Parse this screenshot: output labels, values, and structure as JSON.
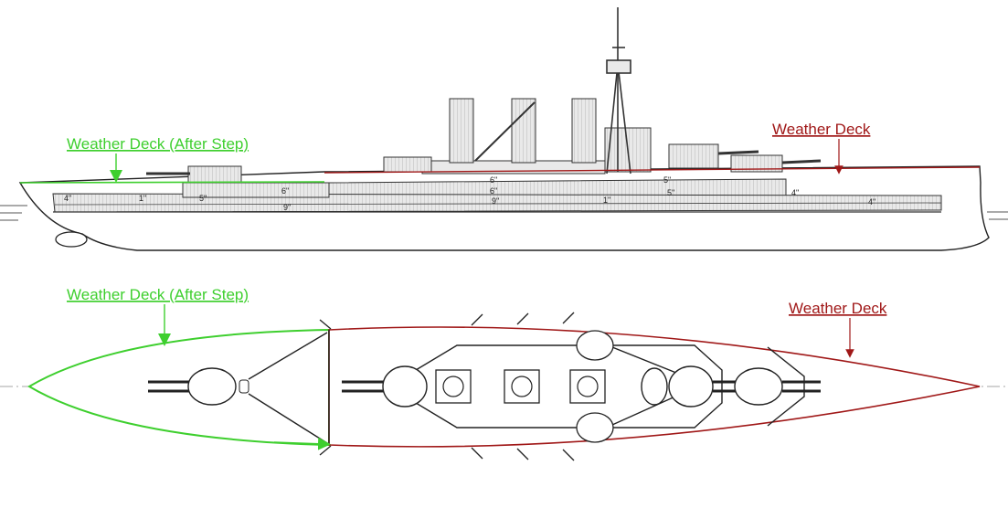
{
  "labels": {
    "side_after": "Weather Deck (After Step)",
    "side_fore": "Weather Deck",
    "plan_after": "Weather Deck (After Step)",
    "plan_fore": "Weather Deck"
  },
  "colors": {
    "after_step": "#3ecf2e",
    "weather_deck": "#a01818",
    "drawing": "#222222"
  },
  "armor_marks": {
    "a1": "4\"",
    "a2": "1\"",
    "a3": "5\"",
    "a4": "6\"",
    "a5": "9\"",
    "a6": "6\"",
    "a7": "6\"",
    "a8": "9\"",
    "a9": "5\"",
    "a10": "5\"",
    "a11": "1\"",
    "a12": "4\"",
    "a13": "4\""
  }
}
